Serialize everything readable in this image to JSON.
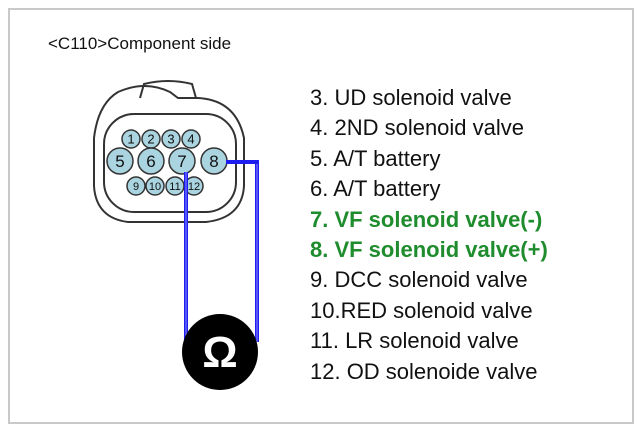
{
  "connector": {
    "title": "<C110>Component side",
    "pins_top": [
      "1",
      "2",
      "3",
      "4"
    ],
    "pins_mid": [
      "5",
      "6",
      "7",
      "8"
    ],
    "pins_bot": [
      "9",
      "10",
      "11",
      "12"
    ],
    "probe_pins": [
      "7",
      "8"
    ]
  },
  "meter": {
    "symbol": "Ω",
    "icon": "ohmmeter-icon"
  },
  "pin_list": [
    {
      "text": "3. UD solenoid valve",
      "highlight": false
    },
    {
      "text": "4. 2ND solenoid valve",
      "highlight": false
    },
    {
      "text": "5. A/T battery",
      "highlight": false
    },
    {
      "text": "6. A/T battery",
      "highlight": false
    },
    {
      "text": "7. VF solenoid valve(-)",
      "highlight": true
    },
    {
      "text": "8. VF solenoid valve(+)",
      "highlight": true
    },
    {
      "text": "9. DCC solenoid valve",
      "highlight": false
    },
    {
      "text": "10.RED solenoid valve",
      "highlight": false
    },
    {
      "text": "11. LR solenoid valve",
      "highlight": false
    },
    {
      "text": "12. OD solenoide valve",
      "highlight": false
    }
  ],
  "colors": {
    "highlight_text": "#1f8c2e",
    "pin_fill": "#a9d4e0",
    "wire": "#1d1df0",
    "meter_fill": "#000000"
  }
}
